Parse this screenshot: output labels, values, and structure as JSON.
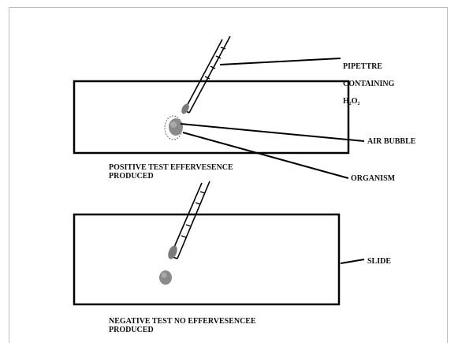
{
  "labels": {
    "pipette_line1": "PIPETTRE",
    "pipette_line2": "CONTAINING",
    "pipette_line3": "H₂O₂",
    "air_bubble": "AIR BUBBLE",
    "organism": "ORGANISM",
    "slide": "SLIDE"
  },
  "captions": {
    "positive_line1": "POSITIVE TEST EFFERVESENCE",
    "positive_line2": "PRODUCED",
    "negative_line1": "NEGATIVE TEST NO EFFERVESENCEE",
    "negative_line2": "PRODUCED"
  },
  "colors": {
    "outline": "#000000",
    "organism_fill": "#8a8a8a",
    "bubble_outline": "#6a6a6a"
  }
}
